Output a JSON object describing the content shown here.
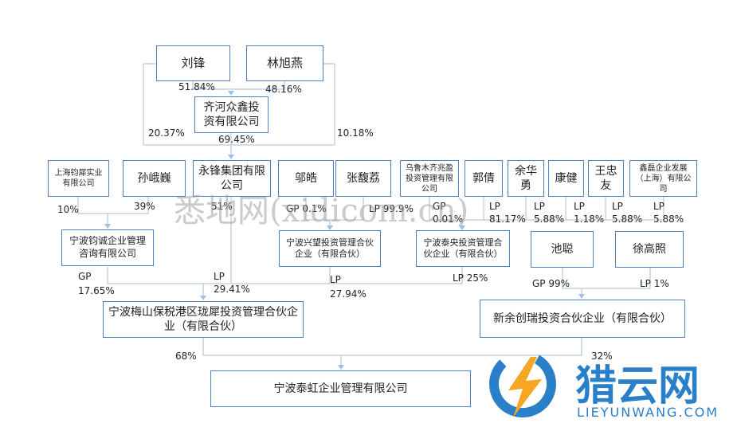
{
  "nodes": {
    "liufeng": "刘锋",
    "linxuyan": "林旭燕",
    "qihe": "齐河众鑫投资有限公司",
    "sh_junxi": "上海钧犀实业有限公司",
    "sun": "孙峨巍",
    "yongfeng": "永锋集团有限公司",
    "wuhao": "邬皓",
    "zhang": "张馥荔",
    "wulumuqi": "乌鲁木齐兆盈投资管理有限公司",
    "guoqian": "郭倩",
    "yuhuayong": "余华勇",
    "kangjian": "康健",
    "wangzhongyou": "王忠友",
    "xinlei": "鑫磊企业发展（上海）有限公司",
    "nb_juncheng": "宁波钧诚企业管理咨询有限公司",
    "nb_xingwang": "宁波兴望投资管理合伙企业（有限合伙）",
    "nb_taiyang": "宁波泰央投资管理合伙企业（有限合伙）",
    "chicong": "池聪",
    "xugaozhao": "徐高照",
    "nb_meishan": "宁波梅山保税港区珑犀投资管理合伙企业（有限合伙）",
    "xinyu": "新余创瑞投资合伙企业（有限合伙）",
    "nb_taihong": "宁波泰虹企业管理有限公司"
  },
  "labels": {
    "l1": "51.84%",
    "l2": "48.16%",
    "l3": "20.37%",
    "l4": "69.45%",
    "l5": "10.18%",
    "l6": "10%",
    "l7": "39%",
    "l8": "51%",
    "l9": "GP 0.1%",
    "l10": "LP 99.9%",
    "l11": "GP",
    "l12": "0.01%",
    "l13": "LP",
    "l14": "81.17%",
    "l15": "LP",
    "l16": "5.88%",
    "l17": "LP",
    "l18": "1.18%",
    "l19": "LP",
    "l20": "5.88%",
    "l21": "LP",
    "l22": "5.88%",
    "l23": "GP",
    "l24": "17.65%",
    "l25": "LP",
    "l26": "29.41%",
    "l27": "LP",
    "l28": "27.94%",
    "l29": "LP 25%",
    "l30": "GP 99%",
    "l31": "LP 1%",
    "l32": "68%",
    "l33": "32%"
  },
  "watermark": {
    "main": "悉地网(xidicom.cn)",
    "logo_name": "猎云网",
    "logo_url": "LIEYUNWANG.COM"
  },
  "colors": {
    "box_border": "#4f81bd",
    "line": "#b7c9dd",
    "arrow": "#9ec0e6",
    "logo_blue": "#2a7fc9",
    "logo_orange": "#f5a623"
  }
}
